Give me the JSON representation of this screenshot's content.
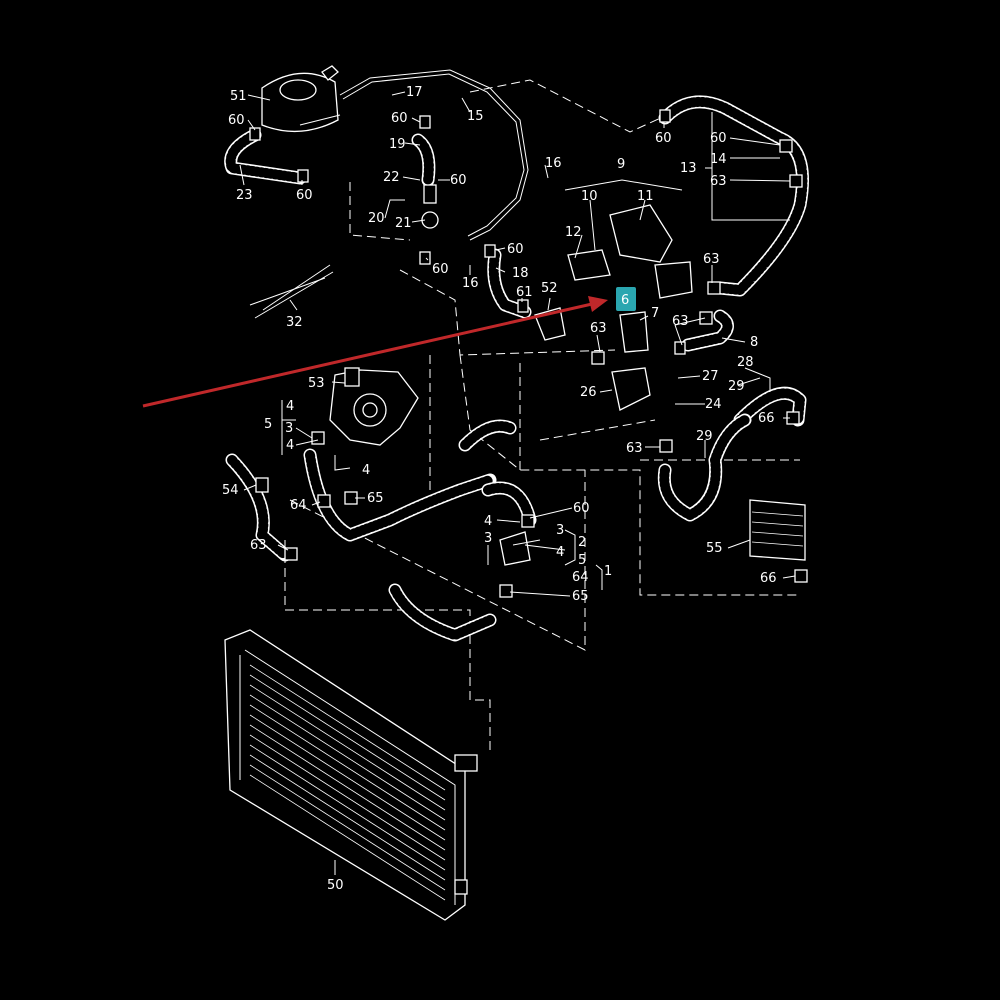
{
  "diagram": {
    "callouts": {
      "c51": "51",
      "c60a": "60",
      "c23": "23",
      "c60b": "60",
      "c17": "17",
      "c15": "15",
      "c60c": "60",
      "c19": "19",
      "c22": "22",
      "c60d": "60",
      "c20": "20",
      "c21": "21",
      "c16a": "16",
      "c9": "9",
      "c10": "10",
      "c11": "11",
      "c60e": "60",
      "c13": "13",
      "c60f": "60",
      "c14": "14",
      "c63a": "63",
      "c12": "12",
      "c60g": "60",
      "c60h": "60",
      "c18": "18",
      "c16b": "16",
      "c63b": "63",
      "c61": "61",
      "c52": "52",
      "c32": "32",
      "c6": "6",
      "c7": "7",
      "c63c": "63",
      "c63d": "63",
      "c8": "8",
      "c28": "28",
      "c27": "27",
      "c29a": "29",
      "c53": "53",
      "c26": "26",
      "c24": "24",
      "c66a": "66",
      "c4a": "4",
      "c5a": "5",
      "c3a": "3",
      "c4b": "4",
      "c63e": "63",
      "c29b": "29",
      "c54": "54",
      "c4c": "4",
      "c64a": "64",
      "c65a": "65",
      "c60i": "60",
      "c3b": "3",
      "c4d": "4",
      "c2": "2",
      "c3c": "3",
      "c5b": "5",
      "c63f": "63",
      "c64b": "64",
      "c1": "1",
      "c65b": "65",
      "c55": "55",
      "c66b": "66",
      "c50": "50"
    },
    "highlight": {
      "part_number": "6",
      "color": "#2aa6b0",
      "arrow_color": "#c0282a"
    }
  }
}
